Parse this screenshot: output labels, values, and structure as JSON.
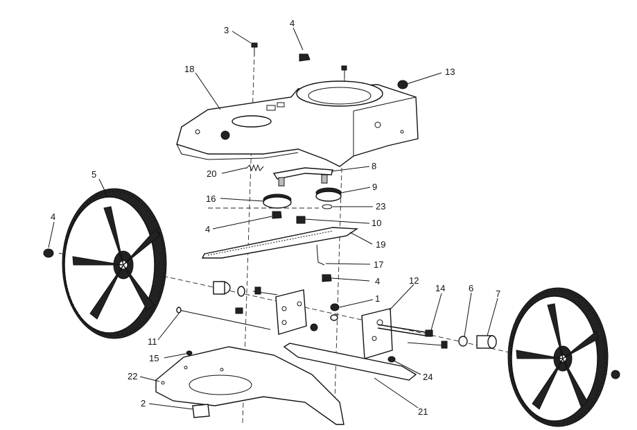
{
  "callouts": [
    {
      "id": "c3",
      "text": "3"
    },
    {
      "id": "c4a",
      "text": "4"
    },
    {
      "id": "c18",
      "text": "18"
    },
    {
      "id": "c13",
      "text": "13"
    },
    {
      "id": "c20",
      "text": "20"
    },
    {
      "id": "c8",
      "text": "8"
    },
    {
      "id": "c5",
      "text": "5"
    },
    {
      "id": "c16",
      "text": "16"
    },
    {
      "id": "c9",
      "text": "9"
    },
    {
      "id": "c23",
      "text": "23"
    },
    {
      "id": "c4b",
      "text": "4"
    },
    {
      "id": "c10",
      "text": "10"
    },
    {
      "id": "c4c",
      "text": "4"
    },
    {
      "id": "c19",
      "text": "19"
    },
    {
      "id": "c17",
      "text": "17"
    },
    {
      "id": "c4d",
      "text": "4"
    },
    {
      "id": "c12",
      "text": "12"
    },
    {
      "id": "c1",
      "text": "1"
    },
    {
      "id": "c14",
      "text": "14"
    },
    {
      "id": "c6",
      "text": "6"
    },
    {
      "id": "c7",
      "text": "7"
    },
    {
      "id": "c11",
      "text": "11"
    },
    {
      "id": "c24",
      "text": "24"
    },
    {
      "id": "c15",
      "text": "15"
    },
    {
      "id": "c22",
      "text": "22"
    },
    {
      "id": "c2",
      "text": "2"
    },
    {
      "id": "c21",
      "text": "21"
    }
  ]
}
